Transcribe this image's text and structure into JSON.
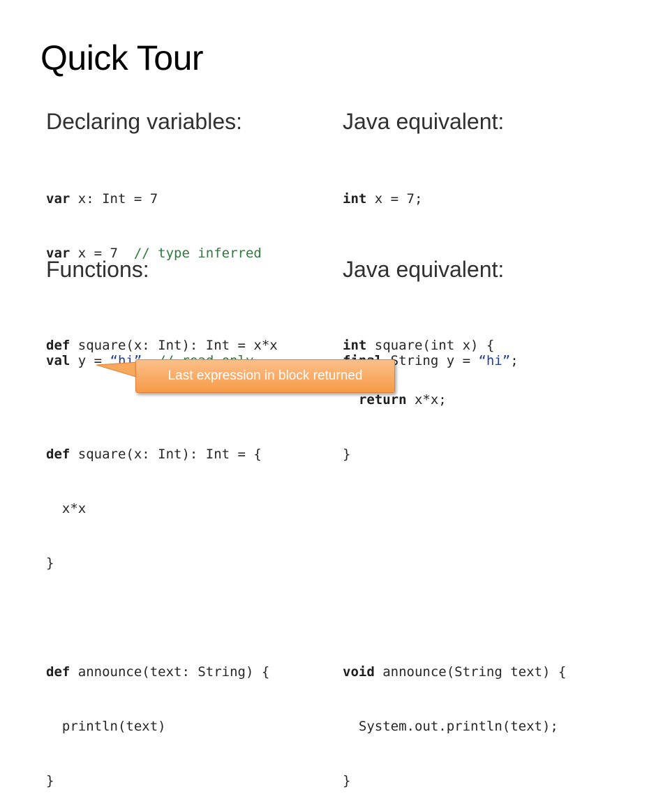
{
  "slide": {
    "title": "Quick Tour"
  },
  "sections": {
    "declaring": {
      "heading": "Declaring variables:",
      "java_heading": "Java equivalent:",
      "lines": {
        "l1": {
          "kw": "var",
          "rest": " x: Int = 7"
        },
        "l2": {
          "kw": "var",
          "rest": " x = 7  ",
          "comment": "// type inferred"
        },
        "l3": {
          "kw": "val",
          "rest": " y = ",
          "str": "“hi”",
          "rest2": "  ",
          "comment": "// read-only"
        }
      },
      "java_lines": {
        "l1": {
          "kw": "int",
          "rest": " x = 7;"
        },
        "l3": {
          "kw": "final",
          "rest": " String y = ",
          "str": "“hi”",
          "rest2": ";"
        }
      }
    },
    "functions": {
      "heading": "Functions:",
      "java_heading": "Java equivalent:",
      "lines": {
        "l1": {
          "kw": "def",
          "rest": " square(x: Int): Int = x*x"
        },
        "l2": {
          "kw": "def",
          "rest": " square(x: Int): Int = {"
        },
        "l3": {
          "rest": "  x*x"
        },
        "l4": {
          "rest": "}"
        },
        "l5": {
          "kw": "def",
          "rest": " announce(text: String) {"
        },
        "l6": {
          "rest": "  println(text)"
        },
        "l7": {
          "rest": "}"
        }
      },
      "java_lines": {
        "l1": {
          "kw": "int",
          "rest": " square(int x) {"
        },
        "l2": {
          "pre": "  ",
          "kw": "return",
          "rest": " x*x;"
        },
        "l3": {
          "rest": "}"
        },
        "l4": {
          "kw": "void",
          "rest": " announce(String text) {"
        },
        "l5": {
          "rest": "  System.out.println(text);"
        },
        "l6": {
          "rest": "}"
        }
      }
    }
  },
  "callout": {
    "text": "Last expression in block returned"
  },
  "colors": {
    "keyword": "#1e1e1e",
    "string": "#1f3f9e",
    "comment": "#2d7a3a",
    "callout_fill": "#f69a47"
  }
}
